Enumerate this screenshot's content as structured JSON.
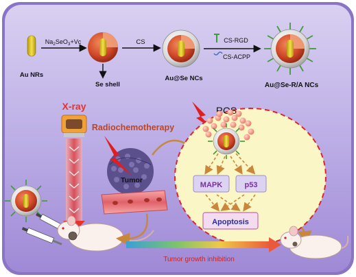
{
  "synthesis": {
    "start_label": "Au NRs",
    "reagent_1": "Na2SeO3+Vc",
    "intermediate_label": "Se shell",
    "reagent_2": "CS",
    "product_label": "Au@Se NCs",
    "reagent_3a": "CS-RGD",
    "reagent_3b": "CS-ACPP",
    "final_label": "Au@Se-R/A NCs"
  },
  "treatment": {
    "xray_label": "X-ray",
    "therapy_label": "Radiochemotherapy",
    "tumor_label": "Tumor",
    "ros_label": "ROS",
    "pathway_1": "MAPK",
    "pathway_2": "p53",
    "outcome": "Apoptosis",
    "result_label": "Tumor growth inhibition"
  },
  "colors": {
    "panel_top": "#cfc4ec",
    "panel_bottom": "#a38fd9",
    "ellipse_fill": "#fbf6c6",
    "ellipse_border": "#e0222a",
    "xray_red": "#e5342b",
    "tumor_purple": "#5b4f8c",
    "gold_rod": "#e4c61e",
    "nanoparticle_core": "#d2492a",
    "pathway_text": "#7a2fa0",
    "apoptosis_text": "#2b2e9a"
  }
}
